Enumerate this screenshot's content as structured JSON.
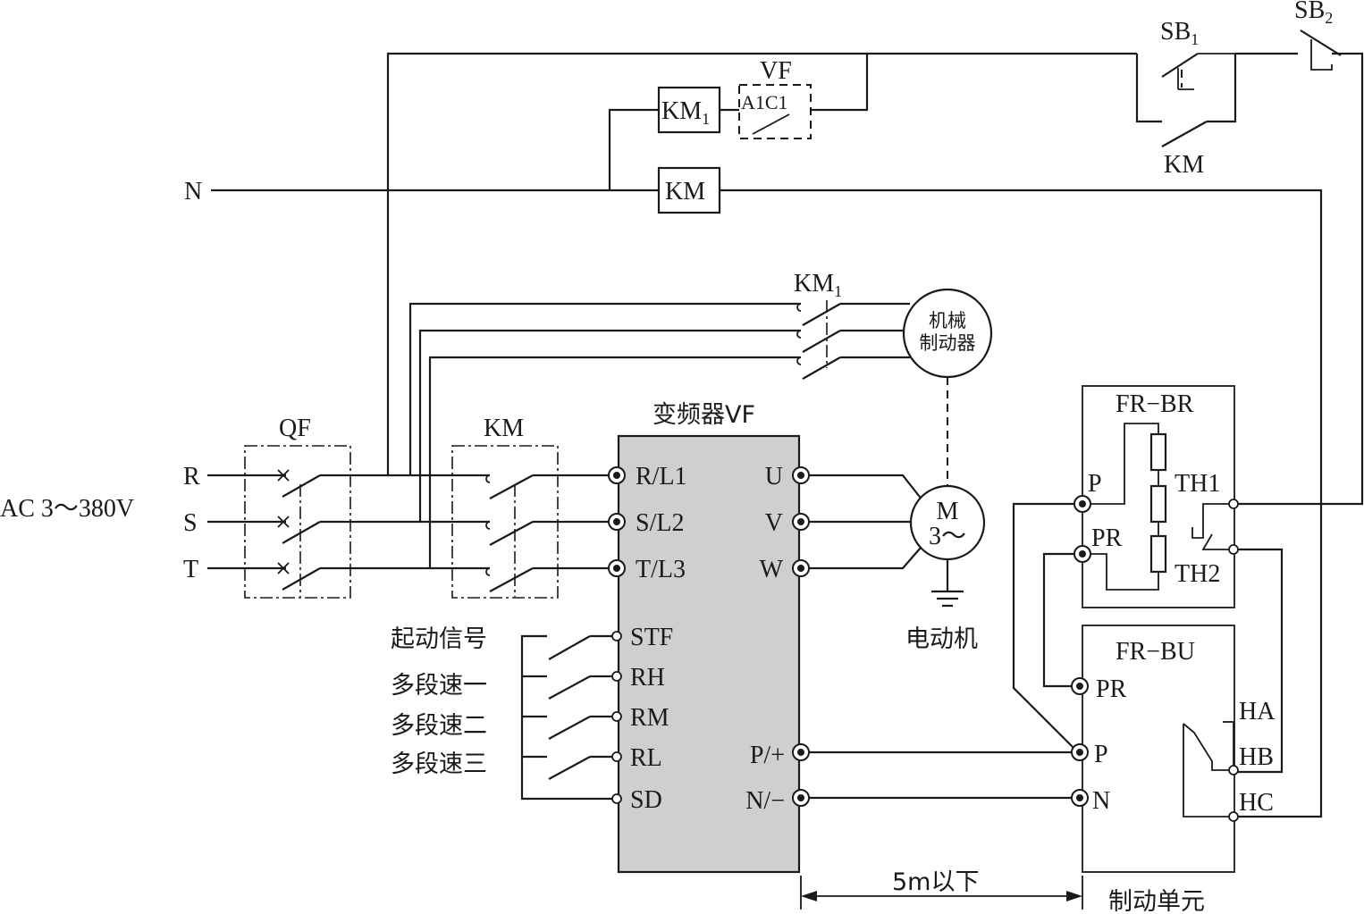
{
  "supply": {
    "label": "AC 3～380V",
    "neutral": "N",
    "phases": [
      "R",
      "S",
      "T"
    ]
  },
  "breaker": {
    "label": "QF"
  },
  "contactor_main": {
    "label": "KM"
  },
  "contactor_brake": {
    "label": "KM",
    "sub": "1"
  },
  "control": {
    "km1_coil": {
      "label": "KM",
      "sub": "1"
    },
    "km_coil": {
      "label": "KM"
    },
    "vf_contact": {
      "title": "VF",
      "terms": "A1C1"
    },
    "sb1": {
      "label": "SB",
      "sub": "1"
    },
    "sb2": {
      "label": "SB",
      "sub": "2"
    },
    "km_hold": {
      "label": "KM"
    }
  },
  "brake_device": {
    "line1": "机械",
    "line2": "制动器"
  },
  "inverter": {
    "title": "变频器VF",
    "inputs": [
      "R/L1",
      "S/L2",
      "T/L3"
    ],
    "outputs": [
      "U",
      "V",
      "W"
    ],
    "controls": [
      "STF",
      "RH",
      "RM",
      "RL",
      "SD"
    ],
    "dc_terms": [
      "P/+",
      "N/−"
    ]
  },
  "signals": [
    "起动信号",
    "多段速一",
    "多段速二",
    "多段速三"
  ],
  "motor": {
    "line1": "M",
    "line2": "3～",
    "label": "电动机"
  },
  "fr_br": {
    "title": "FR−BR",
    "terms": [
      "P",
      "PR",
      "TH1",
      "TH2"
    ]
  },
  "fr_bu": {
    "title": "FR−BU",
    "terms": [
      "PR",
      "P",
      "N",
      "HA",
      "HB",
      "HC"
    ],
    "caption": "制动单元"
  },
  "distance": {
    "label": "5m以下"
  }
}
